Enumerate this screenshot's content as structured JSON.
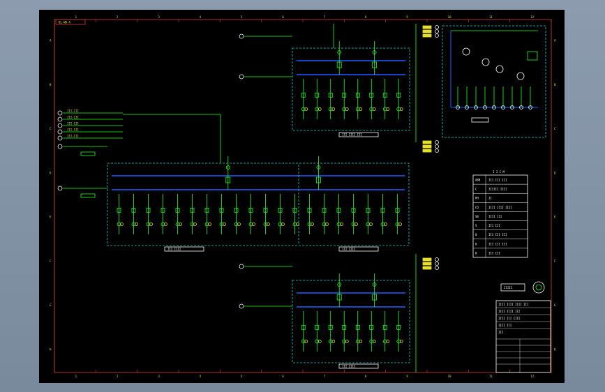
{
  "colors": {
    "background": "#000000",
    "frame": "#d04040",
    "bus": "#2060ff",
    "feeder": "#20ff20",
    "dashed_box": "#20d0d0",
    "text": "#e8e030",
    "label_white": "#ffffff",
    "window_chrome": "#8a9aad"
  },
  "frame": {
    "top_ticks": [
      "1",
      "2",
      "3",
      "4",
      "5",
      "6",
      "7",
      "8",
      "9",
      "10",
      "11",
      "12"
    ],
    "side_ticks": [
      "A",
      "B",
      "C",
      "D",
      "E",
      "F",
      "G",
      "H"
    ],
    "corner_tag": "DL-WD-A"
  },
  "diagram": {
    "legend_title": "I I I M",
    "legend_rows": [
      {
        "sym": "ABB",
        "text": "III III III"
      },
      {
        "sym": "C",
        "text": "IIIIII IIII"
      },
      {
        "sym": "PH",
        "text": "II"
      },
      {
        "sym": "CO",
        "text": "IIII IIII IIII"
      },
      {
        "sym": "SB",
        "text": "IIII III"
      },
      {
        "sym": "S",
        "text": "III III"
      },
      {
        "sym": "0",
        "text": "III III III"
      },
      {
        "sym": "0",
        "text": "III III III"
      },
      {
        "sym": "0",
        "text": "III III"
      }
    ],
    "stamp": "IIIII",
    "title_block_rows": [
      "IIII IIII IIII III",
      "IIII IIII III",
      "IIII III IIII",
      "IIII III",
      "III"
    ],
    "boxes": [
      "III IIII",
      "III IIII",
      "III IIII III",
      "III IIII"
    ]
  }
}
